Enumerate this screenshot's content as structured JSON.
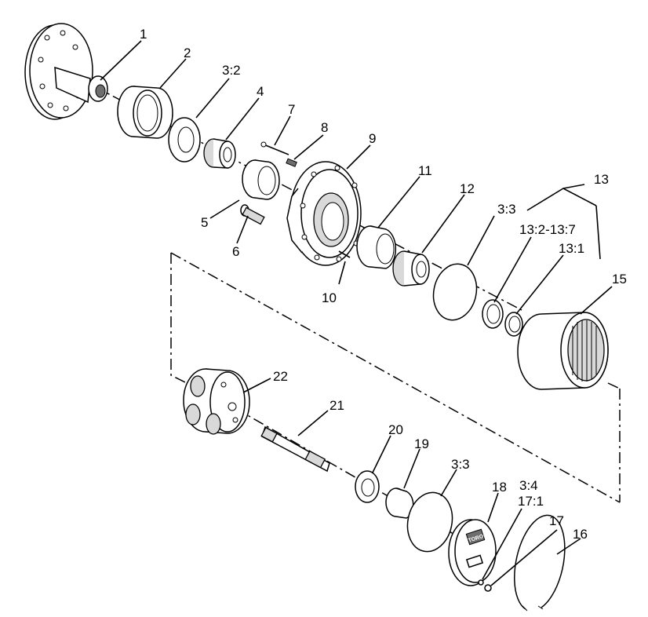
{
  "callouts": {
    "c1": "1",
    "c2": "2",
    "c3_2": "3:2",
    "c4": "4",
    "c7": "7",
    "c8": "8",
    "c9": "9",
    "c5": "5",
    "c6": "6",
    "c11": "11",
    "c12": "12",
    "c13": "13",
    "c3_3a": "3:3",
    "c13_2": "13:2-13:7",
    "c13_1": "13:1",
    "c10": "10",
    "c15": "15",
    "c22": "22",
    "c21": "21",
    "c20": "20",
    "c19": "19",
    "c3_3b": "3:3",
    "c18": "18",
    "c3_4": "3:4",
    "c17_1": "17:1",
    "c17": "17",
    "c16": "16"
  },
  "cover_logo": "TORO"
}
